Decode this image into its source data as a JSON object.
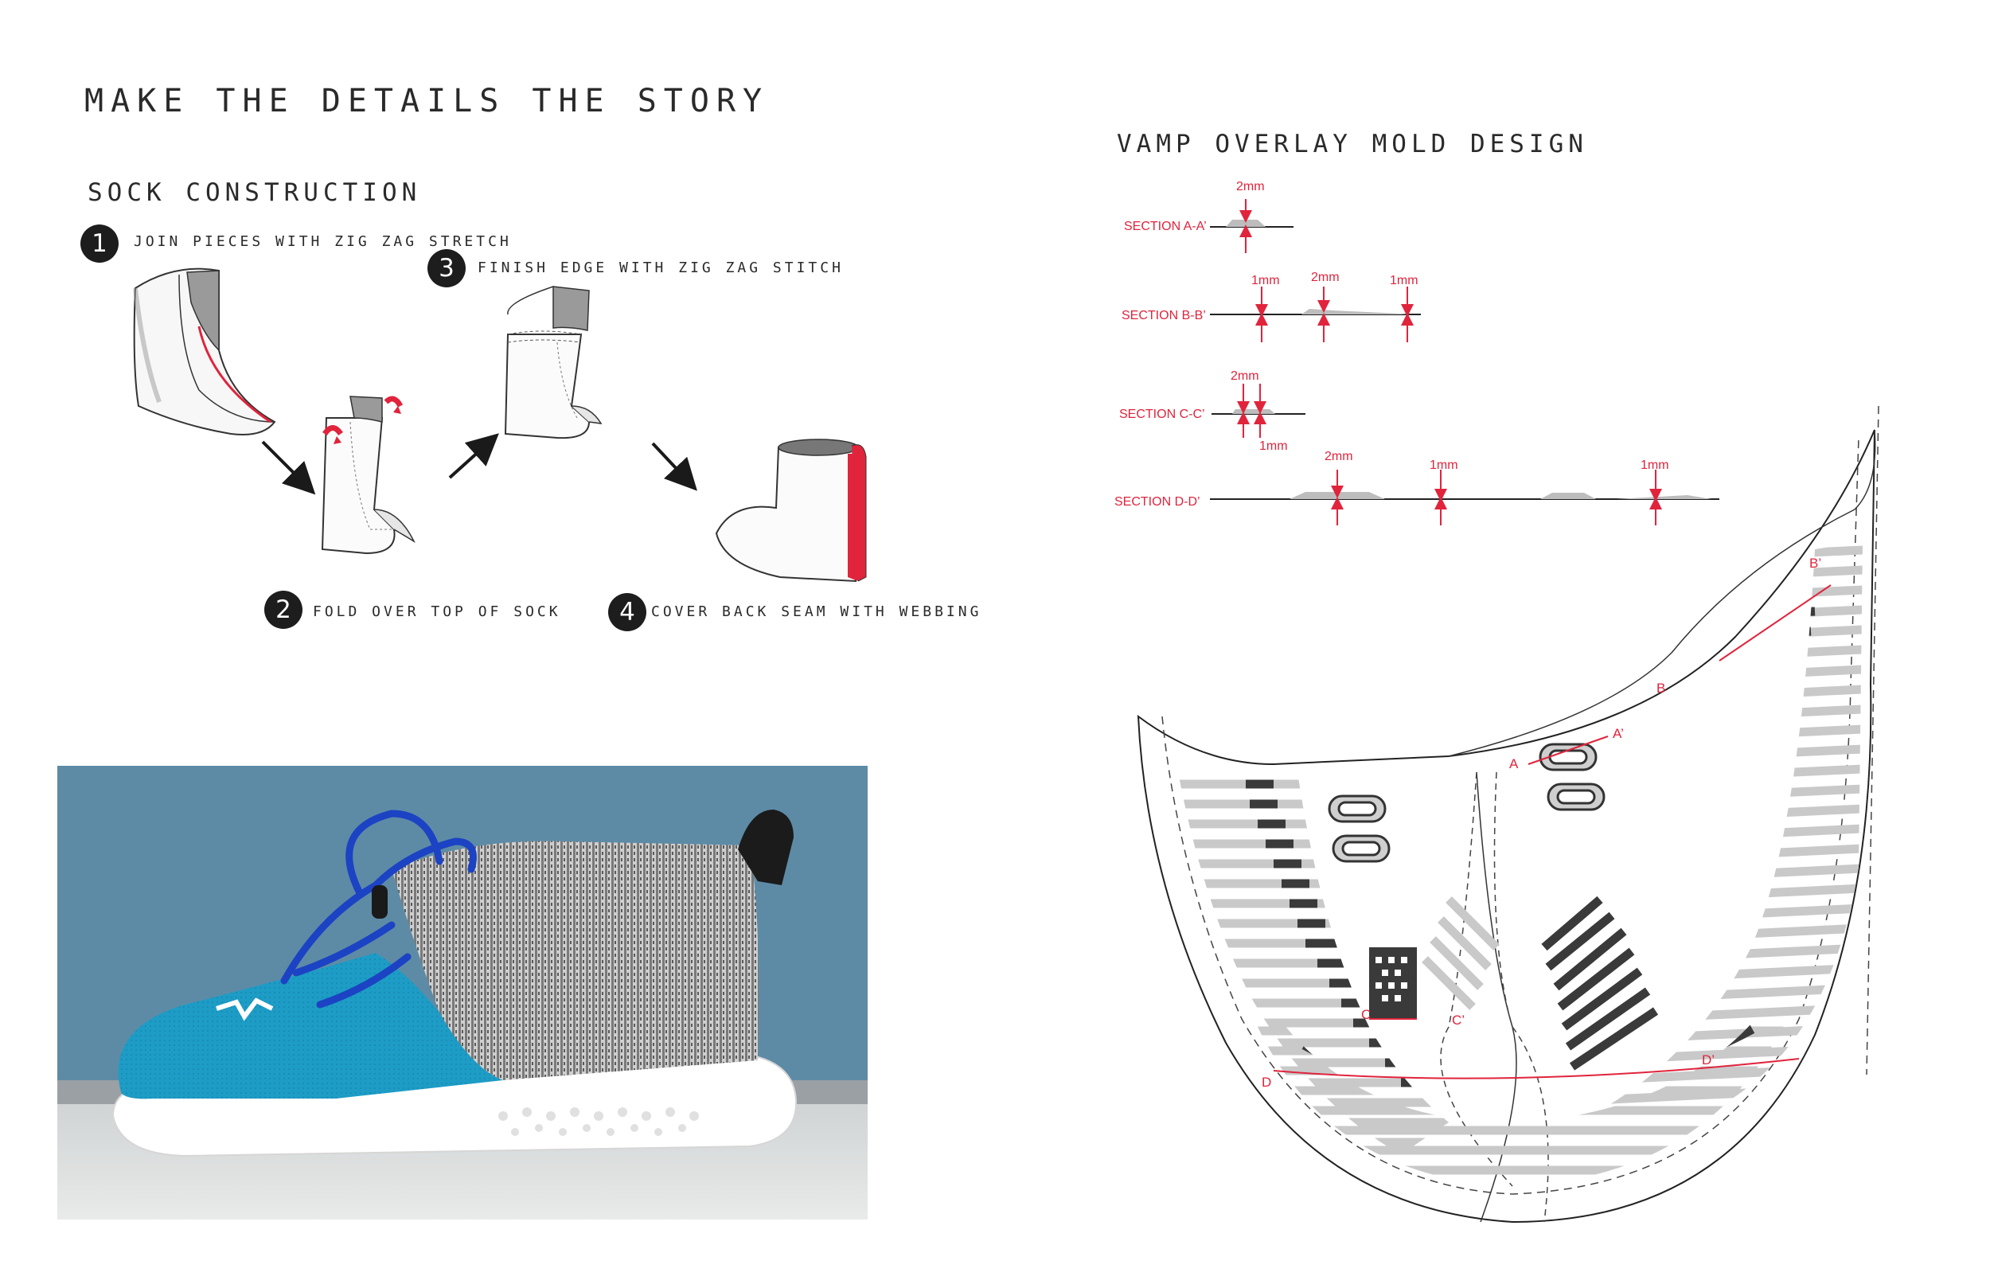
{
  "page_title": "MAKE THE DETAILS THE STORY",
  "sock": {
    "heading": "SOCK CONSTRUCTION",
    "steps": [
      {
        "num": "1",
        "text": "JOIN PIECES WITH ZIG ZAG STRETCH"
      },
      {
        "num": "2",
        "text": "FOLD OVER TOP OF SOCK"
      },
      {
        "num": "3",
        "text": "FINISH EDGE WITH ZIG ZAG STITCH"
      },
      {
        "num": "4",
        "text": "COVER BACK SEAM WITH WEBBING"
      }
    ]
  },
  "vamp": {
    "heading": "VAMP OVERLAY MOLD DESIGN",
    "sections": [
      {
        "label": "SECTION A-A’",
        "dims": [
          "2mm"
        ]
      },
      {
        "label": "SECTION B-B’",
        "dims": [
          "1mm",
          "2mm",
          "1mm"
        ]
      },
      {
        "label": "SECTION C-C’",
        "dims": [
          "2mm",
          "1mm"
        ]
      },
      {
        "label": "SECTION D-D’",
        "dims": [
          "2mm",
          "1mm",
          "1mm"
        ]
      }
    ],
    "mold_labels": {
      "a": "A",
      "a_prime": "A’",
      "b": "B",
      "b_prime": "B’",
      "c": "C",
      "c_prime": "C’",
      "d": "D",
      "d_prime": "D’"
    }
  },
  "colors": {
    "accent_red": "#e0243c",
    "shoe_blue": "#1d9cc6",
    "wall_blue": "#5d8ba6",
    "dark_stripe": "#3a3a3a",
    "light_stripe": "#c9c9c9"
  }
}
